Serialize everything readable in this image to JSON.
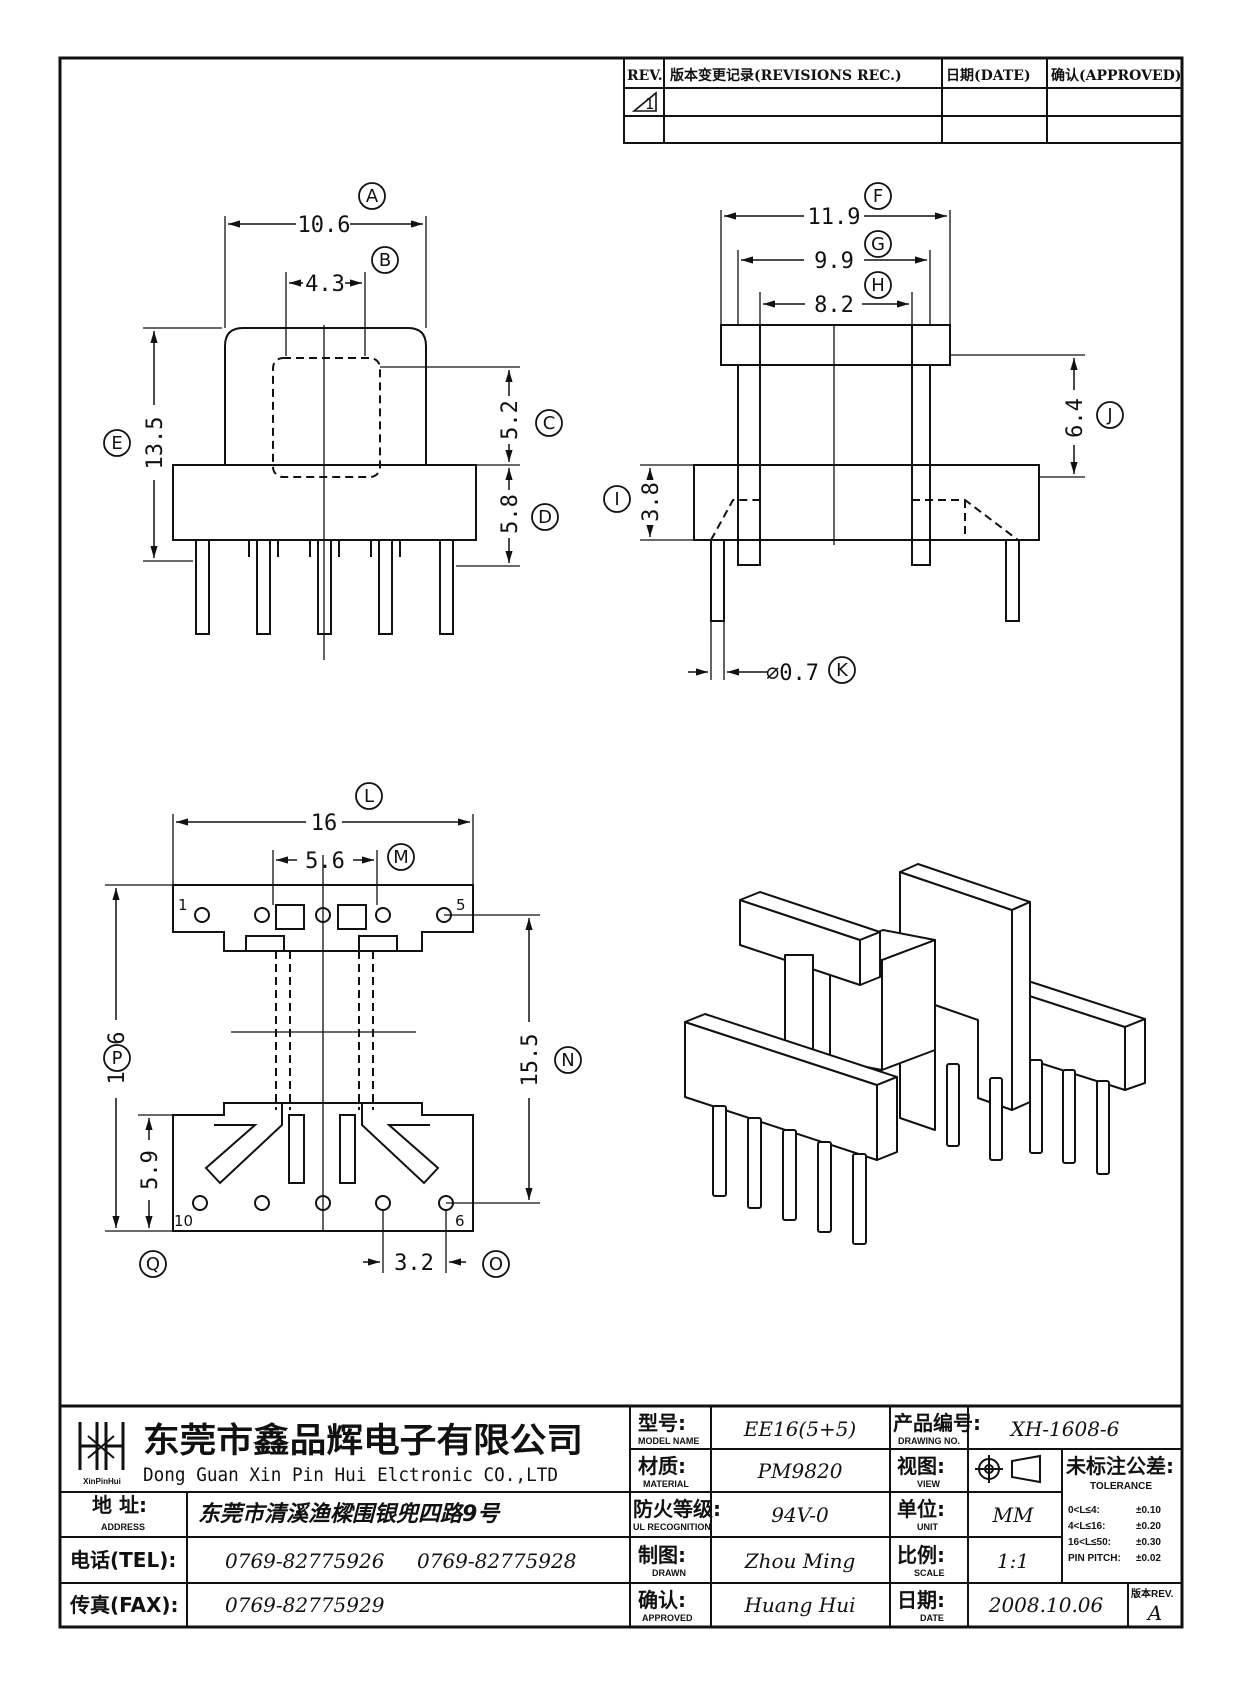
{
  "revision_table": {
    "headers": {
      "rev": "REV.",
      "record": "版本变更记录(REVISIONS REC.)",
      "date": "日期(DATE)",
      "approved": "确认(APPROVED)"
    },
    "row1_rev": "1"
  },
  "dimensions": {
    "A": "10.6",
    "B": "4.3",
    "C": "5.2",
    "D": "5.8",
    "E": "13.5",
    "F": "11.9",
    "G": "9.9",
    "H": "8.2",
    "I": "3.8",
    "J": "6.4",
    "K": "⌀0.7",
    "L": "16",
    "M": "5.6",
    "N": "15.5",
    "O": "3.2",
    "P": "18.6",
    "Q": "5.9"
  },
  "markers": [
    "A",
    "B",
    "C",
    "D",
    "E",
    "F",
    "G",
    "H",
    "I",
    "J",
    "K",
    "L",
    "M",
    "N",
    "O",
    "P",
    "Q"
  ],
  "pin_numbers": {
    "p1": "1",
    "p5": "5",
    "p6": "6",
    "p10": "10"
  },
  "title_block": {
    "logo_text": "XinPinHui",
    "company_cn": "东莞市鑫品辉电子有限公司",
    "company_en": "Dong Guan Xin Pin Hui Elctronic CO.,LTD",
    "address_label": "地  址:",
    "address_sub": "ADDRESS",
    "address_value": "东莞市清溪渔樑围银兜四路9号",
    "tel_label": "电话(TEL):",
    "tel_1": "0769-82775926",
    "tel_2": "0769-82775928",
    "fax_label": "传真(FAX):",
    "fax_value": "0769-82775929",
    "model_label": "型号:",
    "model_sub": "MODEL NAME",
    "model_value": "EE16(5+5)",
    "material_label": "材质:",
    "material_sub": "MATERIAL",
    "material_value": "PM9820",
    "ul_label": "防火等级:",
    "ul_sub": "UL RECOGNITION",
    "ul_value": "94V-0",
    "drawn_label": "制图:",
    "drawn_sub": "DRAWN",
    "drawn_value": "Zhou Ming",
    "approved_label": "确认:",
    "approved_sub": "APPROVED",
    "approved_value": "Huang Hui",
    "drawing_no_label": "产品编号:",
    "drawing_no_sub": "DRAWING NO.",
    "drawing_no_value": "XH-1608-6",
    "view_label": "视图:",
    "view_sub": "VIEW",
    "unit_label": "单位:",
    "unit_sub": "UNIT",
    "unit_value": "MM",
    "scale_label": "比例:",
    "scale_sub": "SCALE",
    "scale_value": "1:1",
    "date_label": "日期:",
    "date_sub": "DATE",
    "date_value": "2008.10.06",
    "tolerance_label": "未标注公差:",
    "tolerance_sub": "TOLERANCE",
    "tolerances": [
      {
        "range": "0<L≤4:",
        "value": "±0.10"
      },
      {
        "range": "4<L≤16:",
        "value": "±0.20"
      },
      {
        "range": "16<L≤50:",
        "value": "±0.30"
      },
      {
        "range": "PIN PITCH:",
        "value": "±0.02"
      }
    ],
    "rev_label": "版本REV.",
    "rev_value": "A"
  }
}
